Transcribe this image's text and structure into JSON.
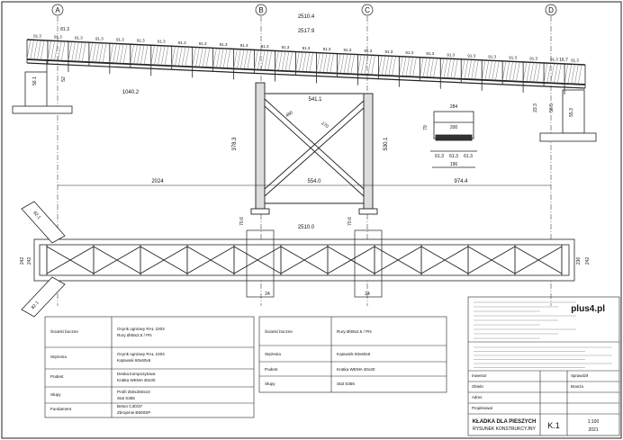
{
  "axes": [
    "A",
    "B",
    "C",
    "D"
  ],
  "elevation": {
    "overall_length": "2510.4",
    "inner_length": "2517.9",
    "panel_lengths": [
      "91.3",
      "91.3",
      "91.3",
      "91.3",
      "91.3",
      "91.3",
      "91.3",
      "91.3",
      "91.3",
      "91.3",
      "91.3",
      "91.3",
      "91.3",
      "91.3",
      "91.3",
      "91.3",
      "91.3",
      "91.3",
      "91.3",
      "91.3",
      "91.3",
      "91.3",
      "91.3",
      "91.3",
      "91.3",
      "91.3",
      "91.3"
    ],
    "left_end_panel": "81.3",
    "right_end_panel": "16.7",
    "slope_length": "1040.2",
    "tower_width": "541.1",
    "tower_height_left": "378.3",
    "tower_height_right": "530.1",
    "span_left": "2024",
    "span_mid": "554.0",
    "span_right": "974.4",
    "left_support_height": "56.1",
    "left_dim_small": "52",
    "right_dims": [
      "23.3",
      "56.5",
      "55.3"
    ],
    "diag_dims": [
      "480",
      "270"
    ]
  },
  "section": {
    "top_width": "284",
    "inner_width": "200",
    "bottom_dims": [
      "61.3",
      "61.3",
      "61.3"
    ],
    "base_width": "196",
    "height": "79"
  },
  "plan": {
    "overall": "2510.0",
    "width_dims": [
      "242",
      "242",
      "236",
      "242"
    ],
    "col_dims_top": [
      "70.6",
      "70.6"
    ],
    "col_dims_bottom": [
      "24",
      "24"
    ],
    "left_ramp_dims": [
      "82.1",
      "82.1"
    ]
  },
  "legend": {
    "rows": [
      {
        "label": "Ścianki boczne",
        "col2": "Ocynk ogniowy RAL 1003",
        "col3": "Rury Ø48x2.5 / PN"
      },
      {
        "label": "Stężenia",
        "col2": "Ocynk ogniowy RAL 1003",
        "col3": "Kątownik 60x60x6"
      },
      {
        "label": "Podest",
        "col2": "Deska kompozytowa",
        "col3": "Kratka WEMA 30x30"
      },
      {
        "label": "Słupy",
        "col2": "Profil 250x250x10",
        "col3": "Stal S355"
      },
      {
        "label": "Fundament",
        "col2": "Beton C30/37",
        "col3": "Zbrojenie B500SP"
      }
    ]
  },
  "title_block": {
    "company": "plus4.pl",
    "project": "KŁADKA DLA PIESZYCH",
    "subtitle": "RYSUNEK KONSTRUKCYJNY",
    "sheet": "K.1",
    "scale": "1:100",
    "date": "2021",
    "fields": [
      "Inwestor",
      "Obiekt",
      "Adres",
      "Projektował",
      "Sprawdził",
      "Branża"
    ]
  }
}
